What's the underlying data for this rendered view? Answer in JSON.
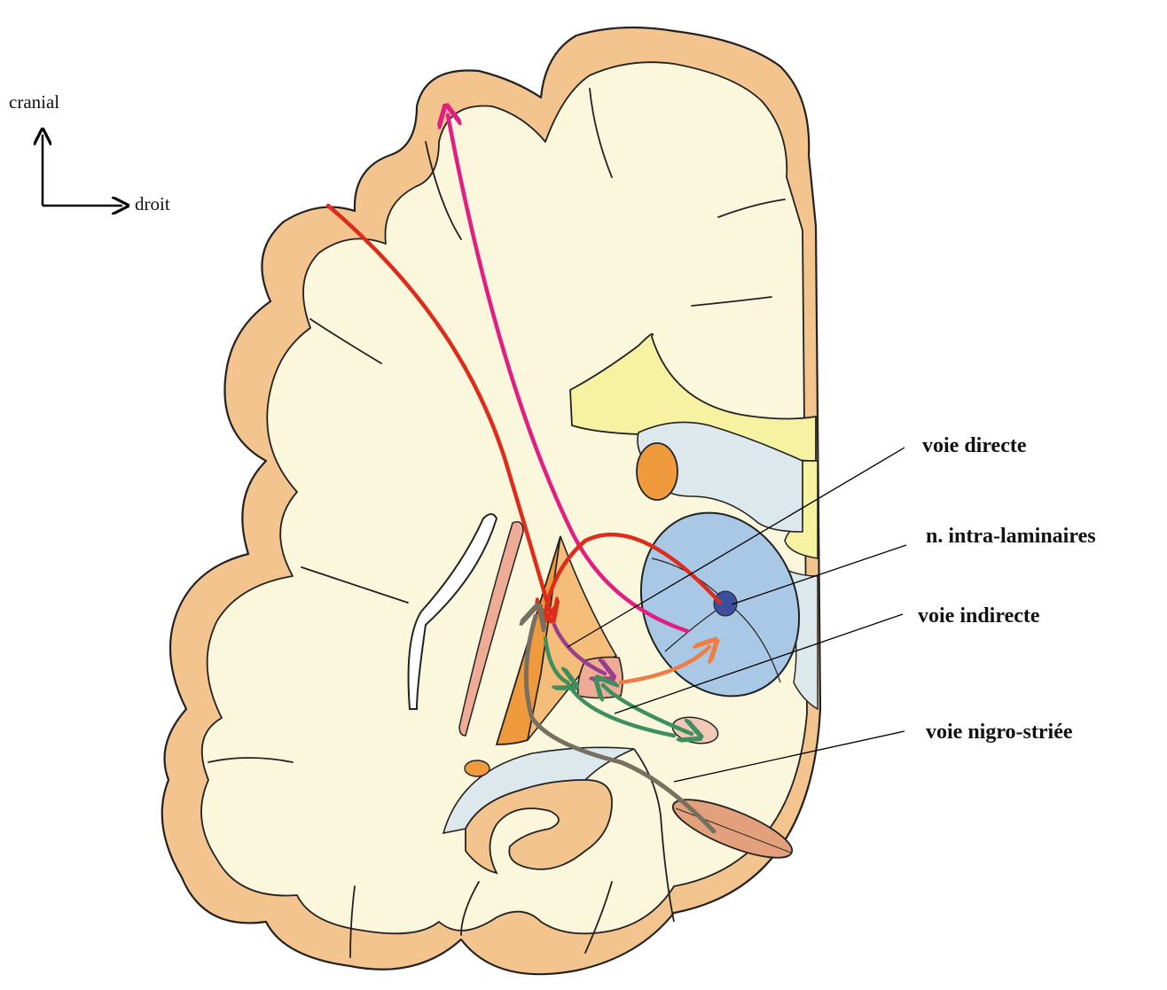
{
  "axes": {
    "up_label": "cranial",
    "right_label": "droit"
  },
  "labels": {
    "direct": "voie directe",
    "intralaminar": "n. intra-laminaires",
    "indirect": "voie indirecte",
    "nigrostriatal": "voie nigro-striée"
  },
  "colors": {
    "cortex": "#f4c48e",
    "white_matter": "#fbf7dc",
    "ventricle_yellow": "#f7f2a2",
    "pale_blue": "#dde8ec",
    "thalamus": "#a9c8e6",
    "intralaminar_nucleus": "#3c4e9e",
    "striatum_orange": "#ef9a3d",
    "pallidum_light": "#f5bd7a",
    "pallidum_pink": "#eeab96",
    "subthalamic": "#f2c8b8",
    "substantia_nigra": "#e3a07c",
    "path_red": "#dd2c1b",
    "path_magenta": "#e31e83",
    "path_purple": "#9a3f8e",
    "path_green": "#3f8f5e",
    "path_orange": "#ef7d43",
    "path_gray": "#777061"
  }
}
